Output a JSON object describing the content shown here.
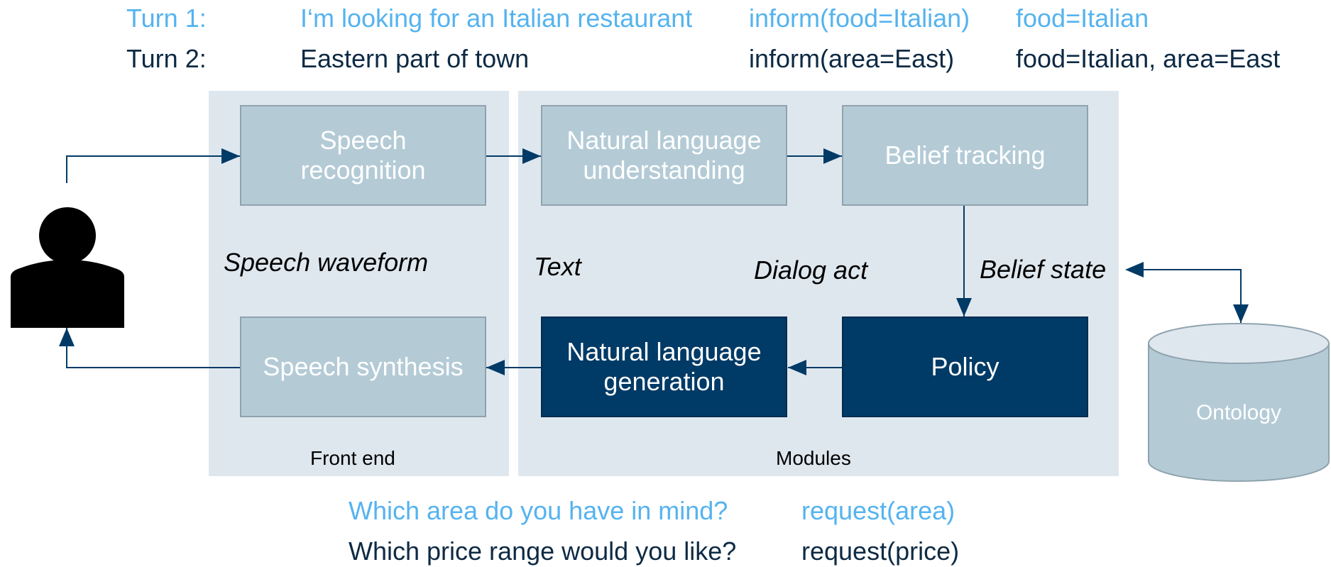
{
  "turns": [
    {
      "label": "Turn 1:",
      "utterance": "I‘m looking for an Italian restaurant",
      "dialog_act": "inform(food=Italian)",
      "belief": "food=Italian",
      "color": "#55b3ef"
    },
    {
      "label": "Turn 2:",
      "utterance": "Eastern part of town",
      "dialog_act": "inform(area=East)",
      "belief": "food=Italian, area=East",
      "color": "#0e2a44"
    }
  ],
  "modules": {
    "speech_recognition": "Speech recognition",
    "nlu": "Natural language understanding",
    "belief_tracking": "Belief tracking",
    "policy": "Policy",
    "nlg": "Natural language generation",
    "speech_synthesis": "Speech synthesis"
  },
  "flow_labels": {
    "speech_waveform": "Speech waveform",
    "text": "Text",
    "dialog_act": "Dialog act",
    "belief_state": "Belief state"
  },
  "panels": {
    "front_end": "Front end",
    "modules": "Modules"
  },
  "database": "Ontology",
  "system_responses": [
    {
      "utterance": "Which area do you have in mind?",
      "dialog_act": "request(area)",
      "color": "#55b3ef"
    },
    {
      "utterance": "Which price range would you like?",
      "dialog_act": "request(price)",
      "color": "#0e2a44"
    }
  ],
  "colors": {
    "light_module": "#b4cbd6",
    "dark_module": "#003a66",
    "panel_background": "#dfe7ee",
    "highlight_text": "#55b3ef",
    "dark_text": "#0e2a44"
  },
  "icons": {
    "user": "person-icon",
    "database": "database-cylinder-icon"
  }
}
